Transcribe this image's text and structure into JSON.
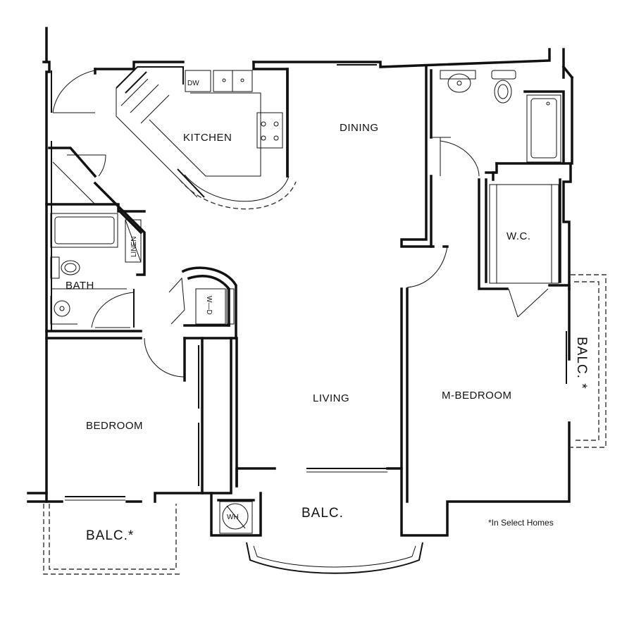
{
  "rooms": {
    "kitchen": "KITCHEN",
    "dining": "DINING",
    "bath": "BATH",
    "wc": "W.C.",
    "living": "LIVING",
    "m_bedroom": "M-BEDROOM",
    "bedroom": "BEDROOM",
    "balc_main": "BALC.",
    "balc_left": "BALC.*",
    "balc_right": "BALC. *"
  },
  "fixtures": {
    "dishwasher": "DW",
    "washer_dryer": "W—D",
    "linen": "LINEN",
    "water_heater": "WH"
  },
  "note": "*In Select Homes"
}
